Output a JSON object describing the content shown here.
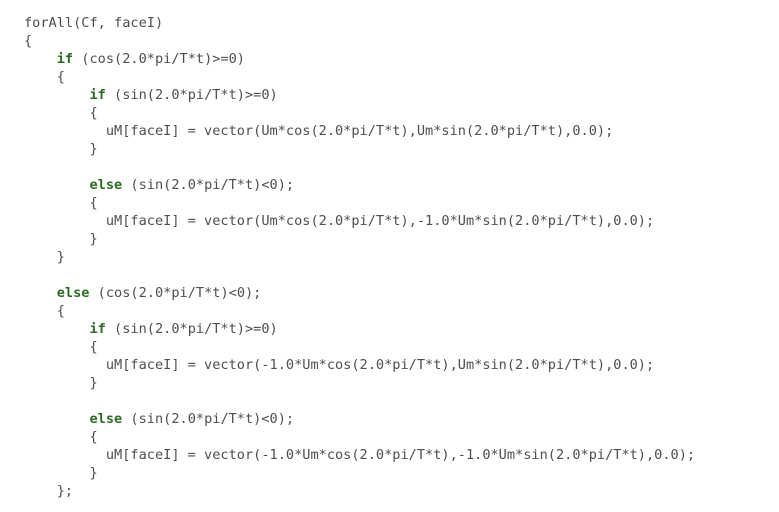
{
  "code": {
    "lines": [
      {
        "indent": "",
        "kw": "",
        "text": "forAll(Cf, faceI)"
      },
      {
        "indent": "",
        "kw": "",
        "text": "{"
      },
      {
        "indent": "    ",
        "kw": "if",
        "text": " (cos(2.0*pi/T*t)>=0)"
      },
      {
        "indent": "    ",
        "kw": "",
        "text": "{"
      },
      {
        "indent": "        ",
        "kw": "if",
        "text": " (sin(2.0*pi/T*t)>=0)"
      },
      {
        "indent": "        ",
        "kw": "",
        "text": "{"
      },
      {
        "indent": "          ",
        "kw": "",
        "text": "uM[faceI] = vector(Um*cos(2.0*pi/T*t),Um*sin(2.0*pi/T*t),0.0);"
      },
      {
        "indent": "        ",
        "kw": "",
        "text": "}"
      },
      {
        "indent": "",
        "kw": "",
        "text": ""
      },
      {
        "indent": "        ",
        "kw": "else",
        "text": " (sin(2.0*pi/T*t)<0);"
      },
      {
        "indent": "        ",
        "kw": "",
        "text": "{"
      },
      {
        "indent": "          ",
        "kw": "",
        "text": "uM[faceI] = vector(Um*cos(2.0*pi/T*t),-1.0*Um*sin(2.0*pi/T*t),0.0);"
      },
      {
        "indent": "        ",
        "kw": "",
        "text": "}"
      },
      {
        "indent": "    ",
        "kw": "",
        "text": "}"
      },
      {
        "indent": "",
        "kw": "",
        "text": ""
      },
      {
        "indent": "    ",
        "kw": "else",
        "text": " (cos(2.0*pi/T*t)<0);"
      },
      {
        "indent": "    ",
        "kw": "",
        "text": "{"
      },
      {
        "indent": "        ",
        "kw": "if",
        "text": " (sin(2.0*pi/T*t)>=0)"
      },
      {
        "indent": "        ",
        "kw": "",
        "text": "{"
      },
      {
        "indent": "          ",
        "kw": "",
        "text": "uM[faceI] = vector(-1.0*Um*cos(2.0*pi/T*t),Um*sin(2.0*pi/T*t),0.0);"
      },
      {
        "indent": "        ",
        "kw": "",
        "text": "}"
      },
      {
        "indent": "",
        "kw": "",
        "text": ""
      },
      {
        "indent": "        ",
        "kw": "else",
        "text": " (sin(2.0*pi/T*t)<0);"
      },
      {
        "indent": "        ",
        "kw": "",
        "text": "{"
      },
      {
        "indent": "          ",
        "kw": "",
        "text": "uM[faceI] = vector(-1.0*Um*cos(2.0*pi/T*t),-1.0*Um*sin(2.0*pi/T*t),0.0);"
      },
      {
        "indent": "        ",
        "kw": "",
        "text": "}"
      },
      {
        "indent": "    ",
        "kw": "",
        "text": "};"
      }
    ]
  },
  "colors": {
    "background": "#ffffff",
    "text": "#4e4e4e",
    "keyword": "#2c6b24"
  }
}
